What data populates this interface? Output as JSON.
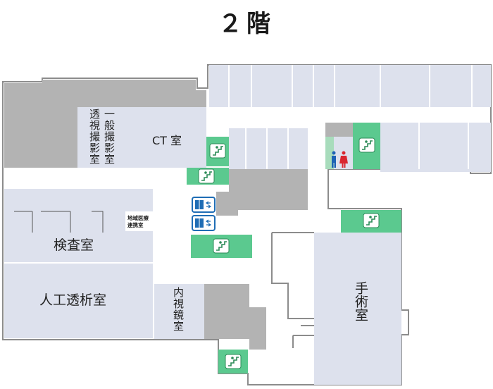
{
  "floor_title": "２階",
  "rooms": {
    "ct": "CT 室",
    "fluoro": "透視撮影室",
    "general": "一般撮影室",
    "lab": "検査室",
    "dialysis": "人工透析室",
    "endoscopy": "内視鏡室",
    "surgery": "手術室",
    "liaison_line1": "地域医療",
    "liaison_line2": "連携室"
  },
  "icons": {
    "stairs": "stairs-icon",
    "elevator": "elevator-icon",
    "restroom": "restroom-icon"
  },
  "colors": {
    "wall_fill": "#b3b3b3",
    "room_fill": "#dde1ed",
    "stairs_green": "#5bc98f",
    "elevator_blue": "#1f6db5",
    "outline": "#8c8c8c",
    "male": "#1e63b5",
    "female": "#d9262f"
  }
}
